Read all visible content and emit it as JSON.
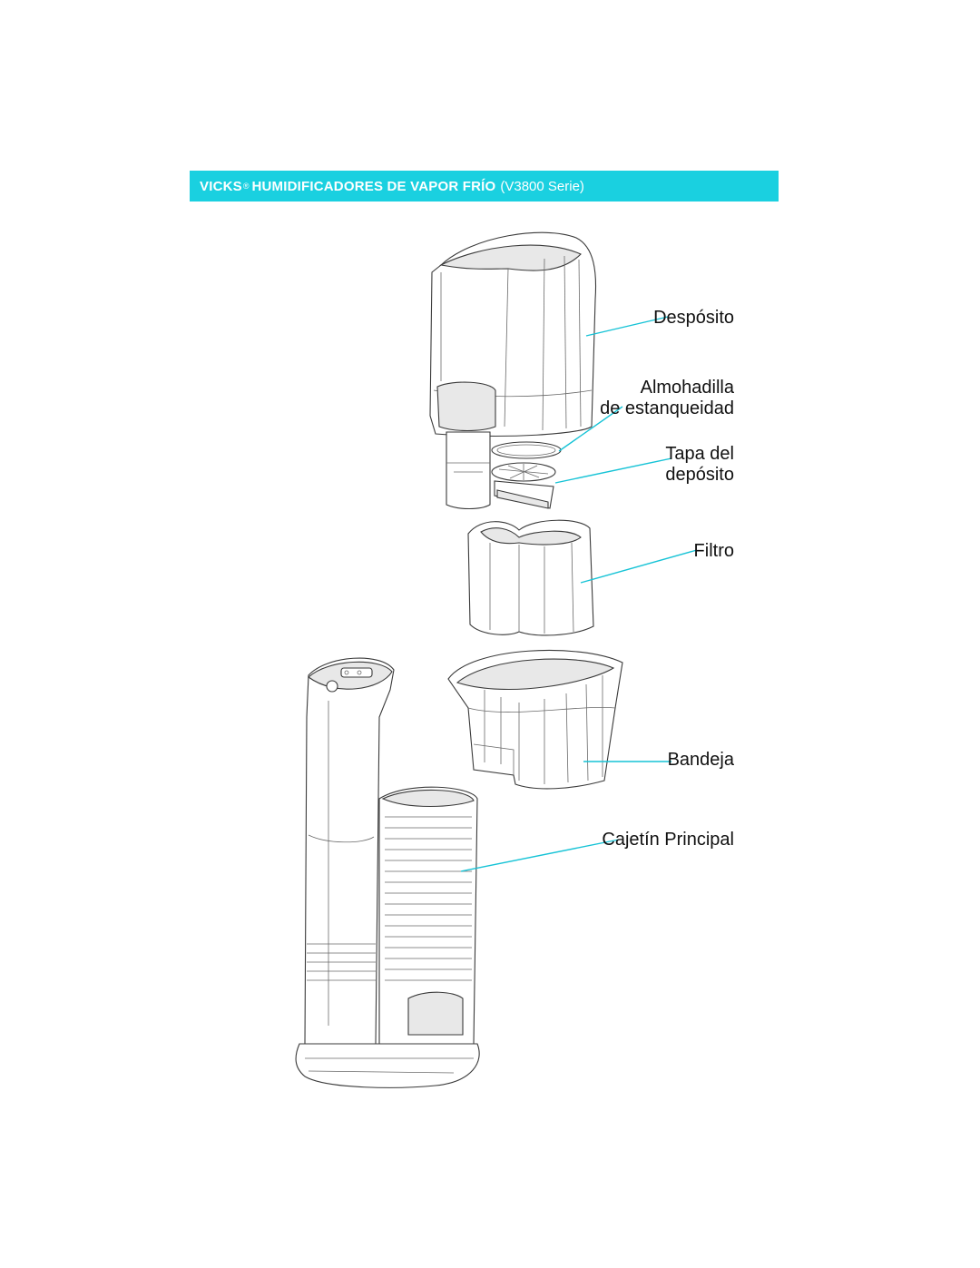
{
  "header": {
    "brand": "VICKS",
    "registered": "®",
    "title": "HUMIDIFICADORES DE VAPOR FRÍO",
    "series": "(V3800 Serie)"
  },
  "parts": {
    "tank": "Despósito",
    "gasket_line1": "Almohadilla",
    "gasket_line2": "de estanqueidad",
    "cap_line1": "Tapa del",
    "cap_line2": "depósito",
    "filter": "Filtro",
    "tray": "Bandeja",
    "housing": "Cajetín Principal"
  },
  "colors": {
    "accent": "#1ad0e0",
    "leader": "#16c3d6"
  }
}
